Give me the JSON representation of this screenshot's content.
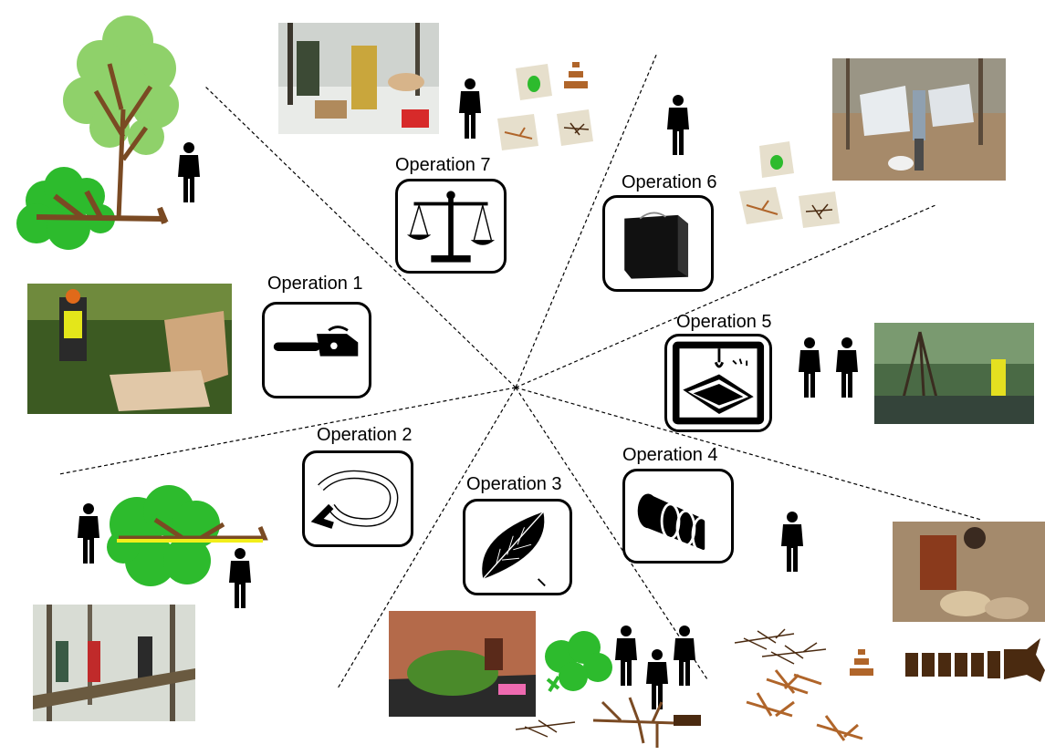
{
  "operations": [
    {
      "id": 1,
      "label": "Operation 1",
      "icon": "chainsaw-icon"
    },
    {
      "id": 2,
      "label": "Operation 2",
      "icon": "measuring-tape-icon"
    },
    {
      "id": 3,
      "label": "Operation 3",
      "icon": "leaf-icon"
    },
    {
      "id": 4,
      "label": "Operation 4",
      "icon": "log-sections-icon"
    },
    {
      "id": 5,
      "label": "Operation 5",
      "icon": "crane-lift-icon"
    },
    {
      "id": 6,
      "label": "Operation 6",
      "icon": "bag-icon"
    },
    {
      "id": 7,
      "label": "Operation 7",
      "icon": "balance-scale-icon"
    }
  ],
  "colors": {
    "tree_green": "#2dbb2d",
    "tree_light_green": "#8fd16a",
    "wood_brown": "#7a4a23",
    "branch_orange_brown": "#b0652a",
    "measure_line_yellow": "#f2ee1a",
    "paper_beige": "#e6dfcc",
    "person_black": "#000000"
  }
}
